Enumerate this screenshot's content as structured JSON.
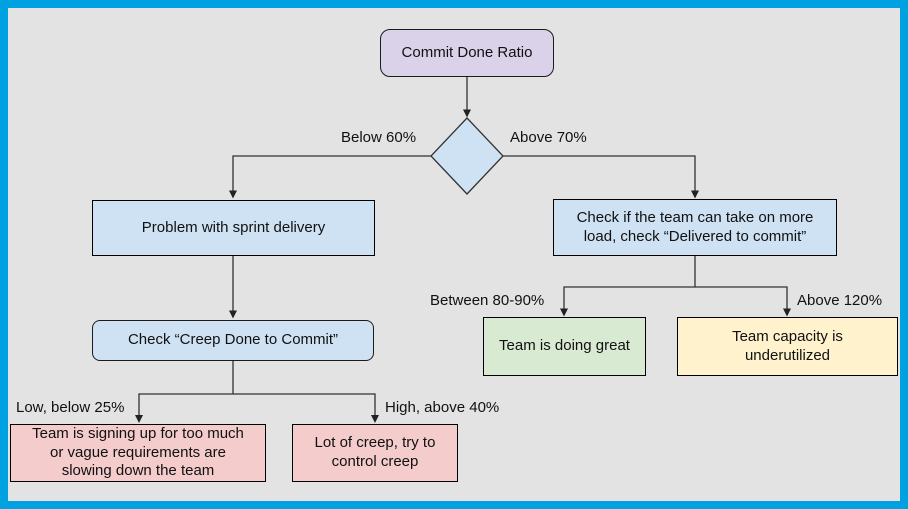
{
  "diagram": {
    "nodes": {
      "root": {
        "label": "Commit Done Ratio",
        "fill": "#d9d2e9",
        "shape": "rounded-rect"
      },
      "decision": {
        "label": "",
        "fill": "#cfe2f3",
        "shape": "diamond"
      },
      "problem": {
        "label": "Problem with sprint delivery",
        "fill": "#cfe2f3",
        "shape": "rect"
      },
      "check_load": {
        "label": "Check if the team can take on more\nload, check “Delivered to commit”",
        "fill": "#cfe2f3",
        "shape": "rect"
      },
      "check_creep": {
        "label": "Check “Creep Done to Commit”",
        "fill": "#cfe2f3",
        "shape": "rounded-rect"
      },
      "too_much": {
        "label": "Team is signing up for too much\nor vague requirements are\nslowing down the team",
        "fill": "#f4cccc",
        "shape": "rect"
      },
      "lot_creep": {
        "label": "Lot of creep, try to\ncontrol creep",
        "fill": "#f4cccc",
        "shape": "rect"
      },
      "doing_great": {
        "label": "Team is doing great",
        "fill": "#d9ead3",
        "shape": "rect"
      },
      "underutilized": {
        "label": "Team capacity is\nunderutilized",
        "fill": "#fff2cc",
        "shape": "rect"
      }
    },
    "edge_labels": {
      "below_60": "Below 60%",
      "above_70": "Above 70%",
      "low_below_25": "Low, below 25%",
      "high_above_40": "High, above 40%",
      "between_80_90": "Between 80-90%",
      "above_120": "Above 120%"
    },
    "colors": {
      "frame": "#00a1e1",
      "canvas": "#e3e3e3",
      "purple": "#d9d2e9",
      "blue": "#cfe2f3",
      "pink": "#f4cccc",
      "green": "#d9ead3",
      "yellow": "#fff2cc",
      "line": "#333333",
      "text": "#111111"
    }
  }
}
